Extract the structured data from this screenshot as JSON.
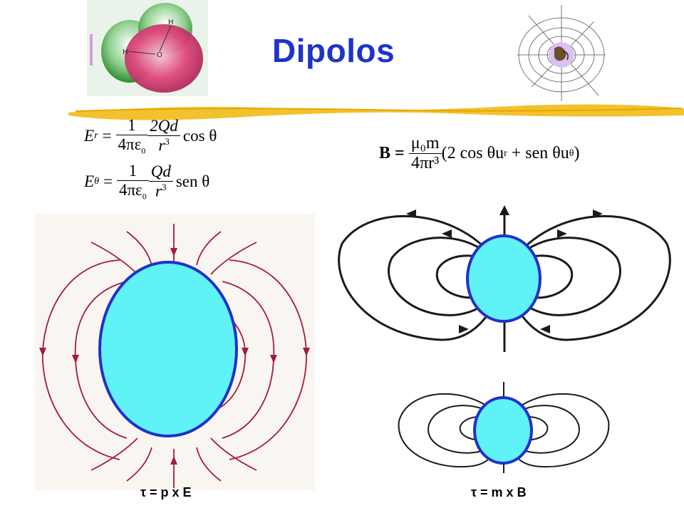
{
  "slide": {
    "title": "Dipolos",
    "molecule_atoms": {
      "h_top": "H",
      "h_left": "H",
      "o": "O"
    }
  },
  "equations": {
    "E_r": {
      "lhs": "E",
      "sub": "r",
      "coef_num": "1",
      "coef_den": "4πε",
      "coef_den_sub": "0",
      "term_num": "2Qd",
      "term_den": "r",
      "exp": "3",
      "func": "cos θ"
    },
    "E_theta": {
      "lhs": "E",
      "sub": "θ",
      "coef_num": "1",
      "coef_den": "4πε",
      "coef_den_sub": "0",
      "term_num": "Qd",
      "term_den": "r",
      "exp": "3",
      "func": "sen θ"
    },
    "B": {
      "lhs": "B =",
      "num": "μ₀m",
      "den": "4πr³",
      "rhs": "(2 cos θu",
      "rhs_sub1": "r",
      "rhs_mid": " + sen θu",
      "rhs_sub2": "θ",
      "rhs_end": ")"
    }
  },
  "torques": {
    "electric": "τ = p x E",
    "magnetic": "τ = m x B"
  },
  "colors": {
    "title": "#1f33c9",
    "dipole_fill": "#5ff2f7",
    "dipole_stroke": "#2231c8",
    "electric_lines": "#a8193d",
    "magnetic_lines": "#1a1a1a",
    "underline": "#f2c12e"
  }
}
